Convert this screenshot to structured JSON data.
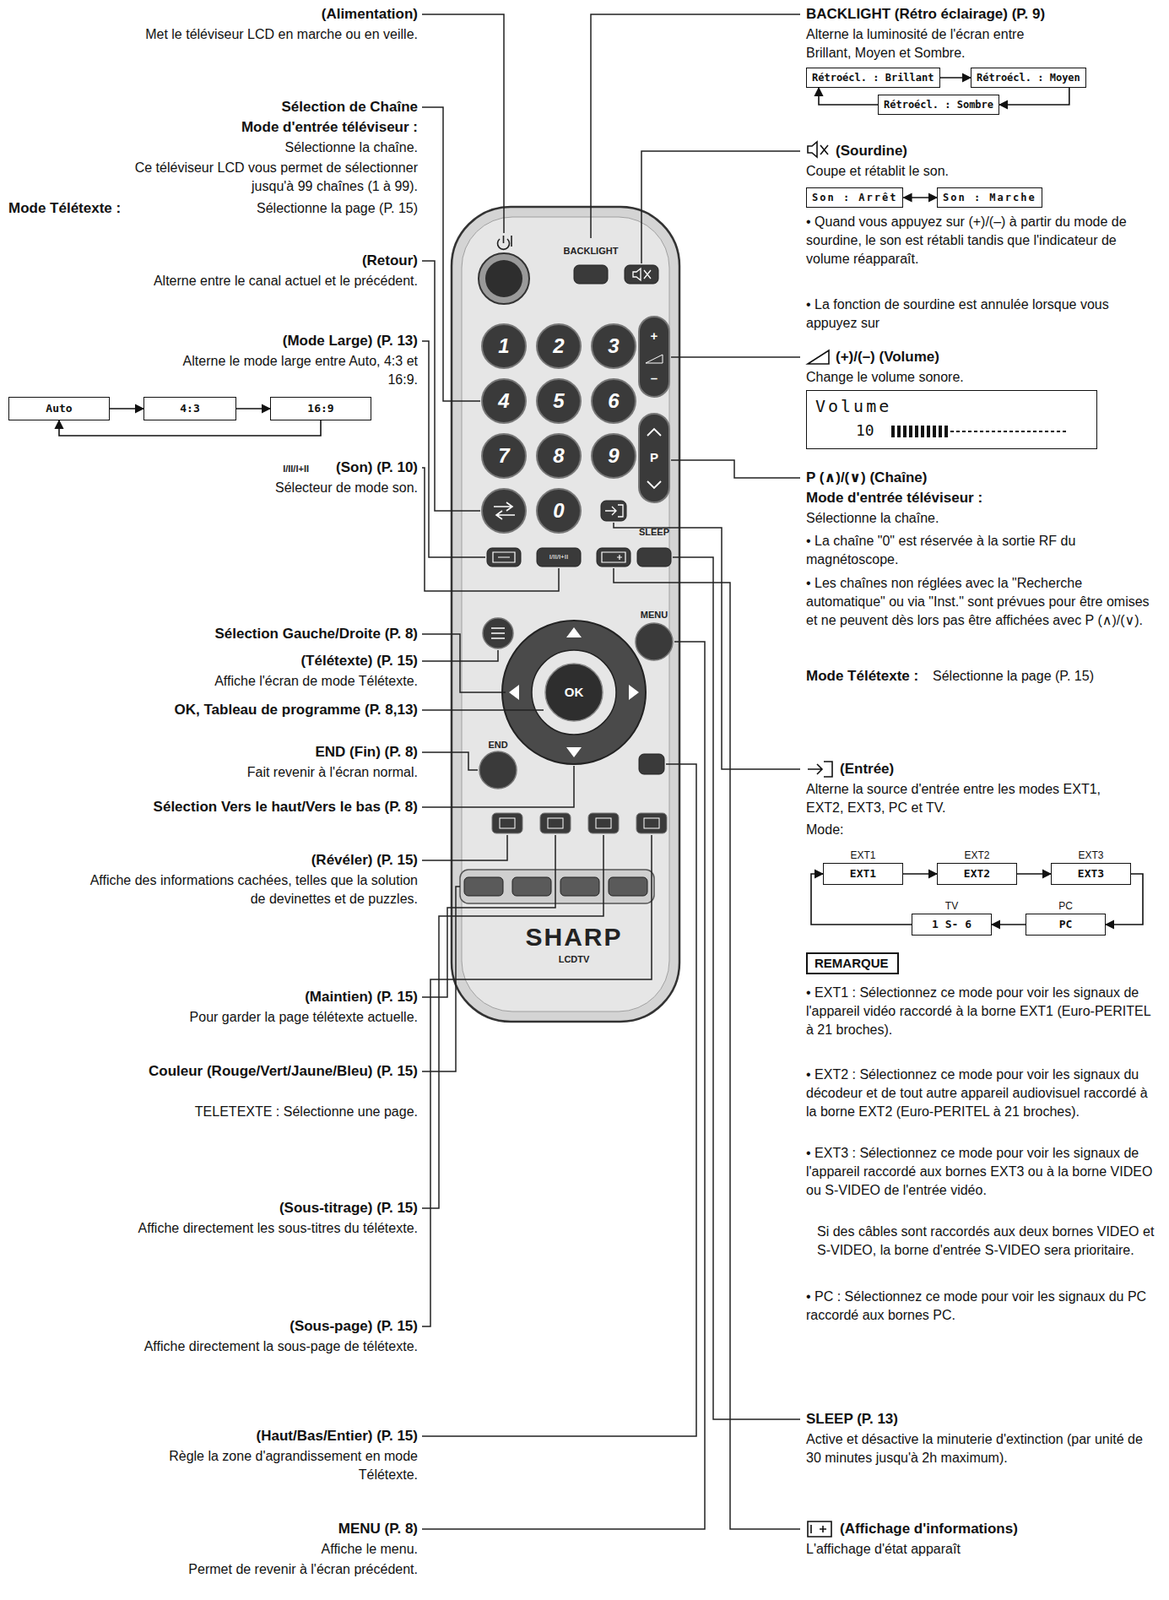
{
  "diagram": {
    "nodes": [
      {
        "text": [
          "Auto"
        ]
      },
      {
        "text": [
          "4:3"
        ]
      },
      {
        "text": [
          "16:9"
        ]
      },
      {
        "text": [
          "Rétroécl. : Brillant"
        ]
      },
      {
        "text": [
          "Rétroécl. : Moyen"
        ]
      },
      {
        "text": [
          "Rétroécl. : Sombre"
        ]
      },
      {
        "text": [
          "Son : Arrêt"
        ]
      },
      {
        "text": [
          "Son : Marche"
        ]
      },
      {
        "text": [
          "Volume",
          "10"
        ]
      },
      {
        "text": [
          "EXT1",
          "EXT1"
        ]
      },
      {
        "text": [
          "EXT2",
          "EXT2"
        ]
      },
      {
        "text": [
          "EXT3",
          "EXT3"
        ]
      },
      {
        "text": [
          "TV",
          "1 S- 6"
        ]
      },
      {
        "text": [
          "PC",
          "PC"
        ]
      },
      {
        "text": [
          "REMARQUE"
        ]
      }
    ],
    "edges": [
      {
        "from": 0,
        "to": 1,
        "arrow": "to"
      },
      {
        "from": 1,
        "to": 2,
        "arrow": "to"
      },
      {
        "from": 2,
        "to": 0,
        "arrow": "to"
      },
      {
        "from": 3,
        "to": 4,
        "arrow": "to"
      },
      {
        "from": 4,
        "to": 5,
        "arrow": "to"
      },
      {
        "from": 5,
        "to": 3,
        "arrow": "to"
      },
      {
        "from": 6,
        "to": 7,
        "arrow": "both"
      },
      {
        "from": 9,
        "to": 10,
        "arrow": "to"
      },
      {
        "from": 10,
        "to": 11,
        "arrow": "to"
      },
      {
        "from": 11,
        "to": 13,
        "arrow": "to"
      },
      {
        "from": 13,
        "to": 12,
        "arrow": "to"
      },
      {
        "from": 12,
        "to": 9,
        "arrow": "to"
      }
    ],
    "labels": [
      "(Alimentation)",
      "Met le téléviseur LCD en marche ou en veille.",
      "Sélection de Chaîne",
      "Mode d'entrée téléviseur :",
      "Sélectionne la chaîne.",
      "Ce téléviseur LCD vous permet de sélectionner jusqu'à 99 chaînes (1 à 99).",
      "Mode Télétexte :",
      "Sélectionne la page (P. 15)",
      "(Retour)",
      "Alterne entre le canal actuel et le précédent.",
      "(Mode Large) (P. 13)",
      "Alterne le mode large entre Auto, 4:3 et 16:9.",
      "I/II/I+II",
      "(Son) (P. 10)",
      "Sélecteur de mode son.",
      "Sélection Gauche/Droite (P. 8)",
      "(Télétexte) (P. 15)",
      "Affiche l'écran de mode Télétexte.",
      "OK, Tableau de programme (P. 8,13)",
      "END (Fin) (P. 8)",
      "Fait revenir à l'écran normal.",
      "Sélection Vers le haut/Vers le bas (P. 8)",
      "(Révéler) (P. 15)",
      "Affiche des informations cachées, telles que la solution de devinettes et de puzzles.",
      "(Maintien) (P. 15)",
      "Pour garder la page télétexte actuelle.",
      "Couleur (Rouge/Vert/Jaune/Bleu) (P. 15)",
      "TELETEXTE : Sélectionne une page.",
      "(Sous-titrage) (P. 15)",
      "Affiche directement les sous-titres du télétexte.",
      "(Sous-page) (P. 15)",
      "Affiche directement la sous-page de télétexte.",
      "(Haut/Bas/Entier) (P. 15)",
      "Règle la zone d'agrandissement en mode Télétexte.",
      "MENU (P. 8)",
      "Affiche le menu.",
      "Permet de revenir à l'écran précédent.",
      "BACKLIGHT",
      "1",
      "2",
      "3",
      "4",
      "5",
      "6",
      "7",
      "8",
      "9",
      "0",
      "+",
      "–",
      "P",
      "I/II/I+II",
      "SLEEP",
      "MENU",
      "OK",
      "END",
      "SHARP",
      "LCDTV",
      "BACKLIGHT (Rétro éclairage) (P. 9)",
      "Alterne la luminosité de l'écran entre Brillant, Moyen et Sombre.",
      "(Sourdine)",
      "Coupe et rétablit le son.",
      "• Quand vous appuyez sur (+)/(–) à partir du mode de sourdine, le son est rétabli tandis que l'indicateur de volume réapparaît.",
      "• La fonction de sourdine est annulée lorsque vous appuyez sur",
      "(+)/(–) (Volume)",
      "Change le volume sonore.",
      "P (∧)/(∨) (Chaîne)",
      "Mode d'entrée téléviseur :",
      "Sélectionne la chaîne.",
      "• La chaîne \"0\" est réservée à la sortie RF du magnétoscope.",
      "• Les chaînes non réglées avec la \"Recherche automatique\" ou via \"Inst.\" sont prévues pour être omises et ne peuvent dès lors pas être affichées avec P (∧)/(∨).",
      "Mode Télétexte :",
      "Sélectionne la page (P. 15)",
      "(Entrée)",
      "Alterne la source d'entrée entre les modes EXT1, EXT2, EXT3, PC et TV.",
      "Mode:",
      "• EXT1 : Sélectionnez ce mode pour voir les signaux de l'appareil vidéo raccordé à la borne EXT1 (Euro-PERITEL à 21 broches).",
      "• EXT2 : Sélectionnez ce mode pour voir les signaux du décodeur et de tout autre appareil audiovisuel raccordé à la borne EXT2 (Euro-PERITEL à 21 broches).",
      "• EXT3 : Sélectionnez ce mode pour voir les signaux de l'appareil raccordé aux bornes EXT3 ou à la borne VIDEO ou S-VIDEO de l'entrée vidéo.",
      "Si des câbles sont raccordés aux deux bornes VIDEO et S-VIDEO, la borne d'entrée S-VIDEO sera prioritaire.",
      "• PC : Sélectionnez ce mode pour voir les signaux du PC raccordé aux bornes PC.",
      "SLEEP (P. 13)",
      "Active et désactive la minuterie d'extinction (par unité de 30 minutes jusqu'à 2h maximum).",
      "(Affichage d'informations)",
      "L'affichage d'état apparaît"
    ]
  }
}
